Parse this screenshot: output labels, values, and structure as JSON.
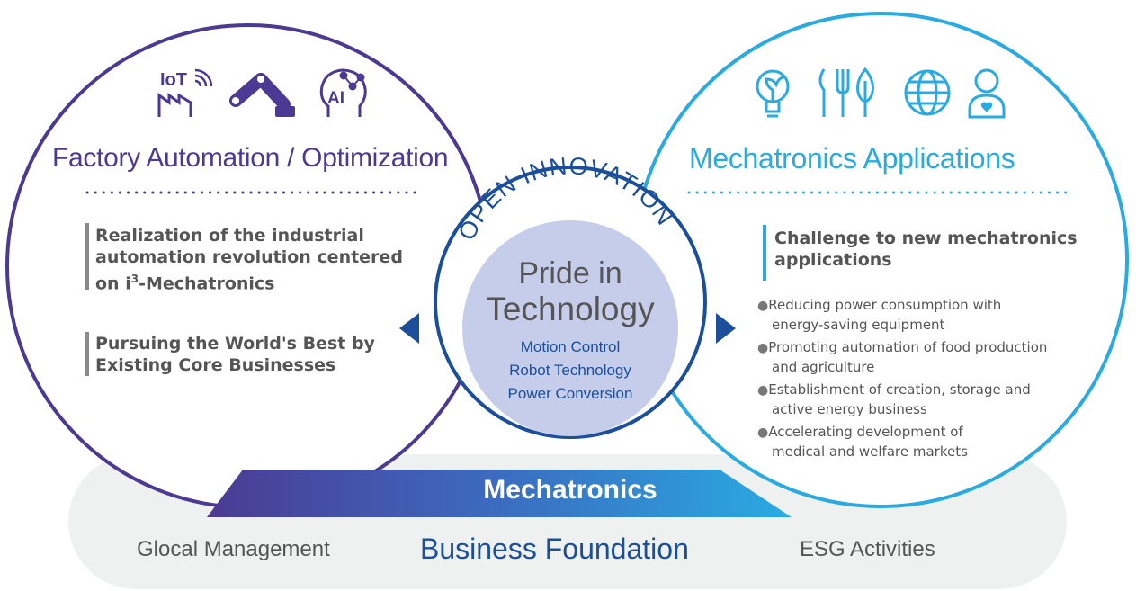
{
  "left": {
    "icons": [
      "iot-factory-icon",
      "robot-arm-icon",
      "ai-head-icon"
    ],
    "iot_label": "IoT",
    "ai_label": "AI",
    "title": "Factory Automation / Optimization",
    "item1": {
      "line1": "Realization of the industrial",
      "line2": "automation revolution centered",
      "line3_prefix": "on i",
      "line3_sup": "3",
      "line3_suffix": "-Mechatronics"
    },
    "item2": {
      "line1": "Pursuing the World's Best by",
      "line2": "Existing Core Businesses"
    }
  },
  "center": {
    "arc_text": "OPEN INNOVATION",
    "title_line1": "Pride in",
    "title_line2": "Technology",
    "techs": [
      "Motion Control",
      "Robot Technology",
      "Power Conversion"
    ]
  },
  "right": {
    "icons": [
      "lightbulb-leaf-icon",
      "fork-spoon-leaf-icon",
      "globe-icon",
      "person-heart-icon"
    ],
    "title": "Mechatronics Applications",
    "heading_line1": "Challenge to new mechatronics",
    "heading_line2": "applications",
    "bullet_mark": "●",
    "bullets": [
      {
        "line1": "Reducing power consumption with",
        "line2": "energy-saving equipment"
      },
      {
        "line1": "Promoting automation of food production",
        "line2": "and agriculture"
      },
      {
        "line1": "Establishment of creation, storage and",
        "line2": "active energy business"
      },
      {
        "line1": "Accelerating development of",
        "line2": "medical and welfare markets"
      }
    ]
  },
  "mechatronics_label": "Mechatronics",
  "foundation": {
    "left": "Glocal Management",
    "center": "Business Foundation",
    "right": "ESG Activities"
  },
  "colors": {
    "purple": "#4b3a93",
    "cyan": "#29abe2",
    "navy": "#1b4f9c",
    "center_fill": "#c5cdea",
    "foundation_bg": "#eff1f1"
  }
}
